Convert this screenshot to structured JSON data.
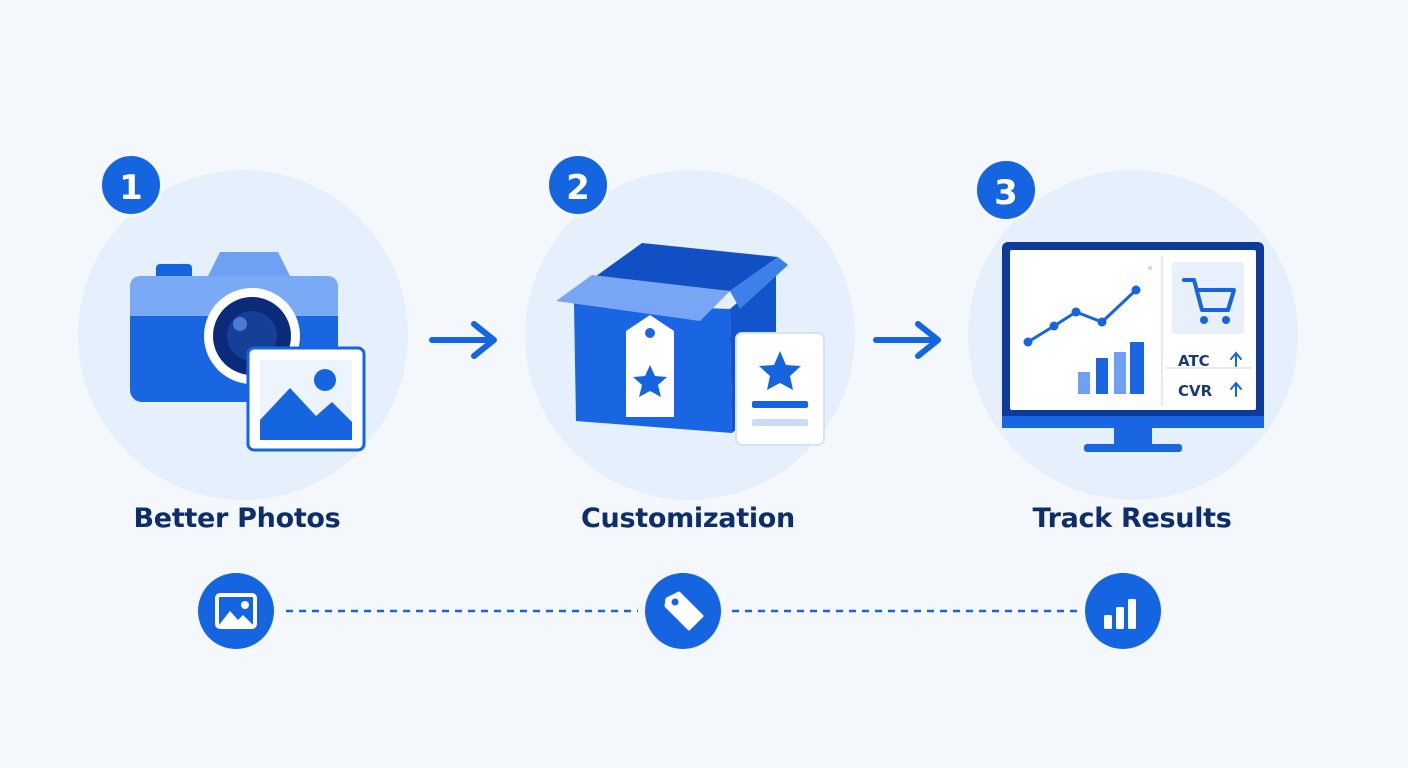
{
  "steps": [
    {
      "number": "1",
      "label": "Better Photos",
      "icon": "camera-with-photo-icon"
    },
    {
      "number": "2",
      "label": "Customization",
      "icon": "product-box-with-tag-icon"
    },
    {
      "number": "3",
      "label": "Track Results",
      "icon": "monitor-analytics-icon"
    }
  ],
  "dashboard": {
    "metrics": [
      "ATC",
      "CVR"
    ]
  },
  "bottom_icons": [
    "image-icon",
    "tag-icon",
    "bar-chart-icon"
  ],
  "colors": {
    "primary": "#1565e0",
    "light": "#7aaaf6",
    "background": "#f4f8fd",
    "circle": "#e6f0fc",
    "label": "#0e2d6b"
  }
}
